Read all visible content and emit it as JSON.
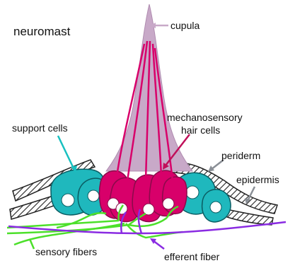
{
  "diagram": {
    "title": "neuromast",
    "labels": {
      "cupula": "cupula",
      "mechanosensory_line1": "mechanosensory",
      "mechanosensory_line2": "hair cells",
      "support_cells": "support cells",
      "periderm": "periderm",
      "epidermis": "epidermis",
      "sensory_fibers": "sensory fibers",
      "efferent_fiber": "efferent fiber"
    },
    "colors": {
      "cupula": "#c8a9c8",
      "cupula_edge": "#b08cb0",
      "hair_cell": "#d8006a",
      "hair_cell_edge": "#8a0a4a",
      "support_cell": "#1fb8bd",
      "support_cell_edge": "#0a5d63",
      "nucleus": "#ffffff",
      "sensory_fiber": "#4ce02a",
      "efferent_fiber": "#8a2be2",
      "arrow_cupula": "#c8a9c8",
      "arrow_hair": "#c0105a",
      "arrow_support": "#18c0c0",
      "arrow_periderm": "#8a8f96",
      "arrow_sensory": "#4ce02a",
      "arrow_efferent": "#8a2be2"
    }
  }
}
